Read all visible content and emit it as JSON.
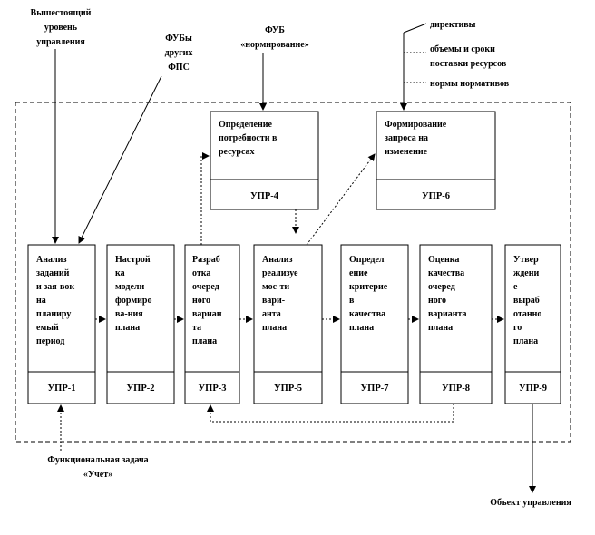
{
  "labels": {
    "superior_level": [
      "Вышестоящий",
      "уровень",
      "управления"
    ],
    "other_fps": [
      "ФУБы",
      "других",
      "ФПС"
    ],
    "fub_norming": [
      "ФУБ",
      "«нормирование»"
    ],
    "directives": "директивы",
    "volumes_terms": [
      "объемы и сроки",
      "поставки ресурсов"
    ],
    "norms_normatives": "нормы нормативов",
    "accounting_task": [
      "Функциональная задача",
      "«Учет»"
    ],
    "control_object": "Объект управления"
  },
  "top_boxes": [
    {
      "id": "upr4",
      "lines": [
        "Определение",
        "потребности в",
        "ресурсах"
      ],
      "code": "УПР-4"
    },
    {
      "id": "upr6",
      "lines": [
        "Формирование",
        "запроса на",
        "изменение"
      ],
      "code": "УПР-6"
    }
  ],
  "bottom_boxes": [
    {
      "id": "upr1",
      "lines": [
        "Анализ",
        "заданий",
        "и зая-вок",
        "на",
        "планиру",
        "емый",
        "период"
      ],
      "code": "УПР-1"
    },
    {
      "id": "upr2",
      "lines": [
        "Настрой",
        "ка",
        "модели",
        "формиро",
        "ва-ния",
        "плана"
      ],
      "code": "УПР-2"
    },
    {
      "id": "upr3",
      "lines": [
        "Разраб",
        "отка",
        "очеред",
        "ного",
        "вариан",
        "та",
        "плана"
      ],
      "code": "УПР-3"
    },
    {
      "id": "upr5",
      "lines": [
        "Анализ",
        "реализуе",
        "мос-ти",
        "вари-",
        "анта",
        "плана"
      ],
      "code": "УПР-5"
    },
    {
      "id": "upr7",
      "lines": [
        "Определ",
        "ение",
        "критерие",
        "в",
        "качества",
        "плана"
      ],
      "code": "УПР-7"
    },
    {
      "id": "upr8",
      "lines": [
        "Оценка",
        "качества",
        "очеред-",
        "ного",
        "варианта",
        "плана"
      ],
      "code": "УПР-8"
    },
    {
      "id": "upr9",
      "lines": [
        "Утвер",
        "ждени",
        "е",
        "выраб",
        "отанно",
        "го",
        "плана"
      ],
      "code": "УПР-9"
    }
  ]
}
